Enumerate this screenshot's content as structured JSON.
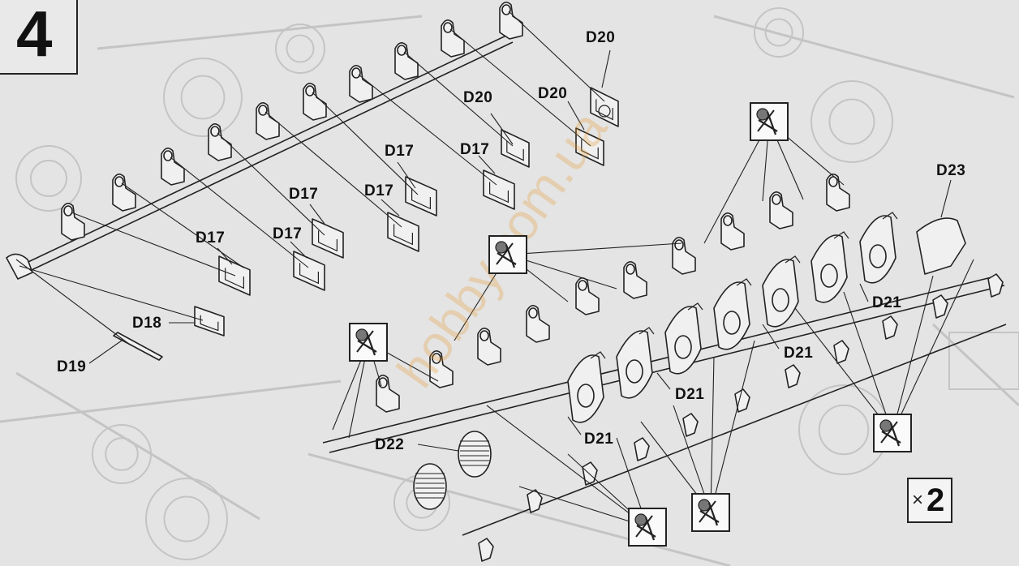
{
  "step": {
    "number": "4"
  },
  "multiplier": {
    "symbol": "×",
    "count": "2"
  },
  "watermark": "hobby.com.ua",
  "labels": {
    "d20_a": "D20",
    "d20_b": "D20",
    "d20_c": "D20",
    "d17_a": "D17",
    "d17_b": "D17",
    "d17_c": "D17",
    "d17_d": "D17",
    "d17_e": "D17",
    "d17_f": "D17",
    "d18": "D18",
    "d19": "D19",
    "d22": "D22",
    "d23": "D23",
    "d21_a": "D21",
    "d21_b": "D21",
    "d21_c": "D21",
    "d21_d": "D21"
  },
  "tool_icons": [
    "cut-sprue-icon",
    "cut-sprue-icon",
    "cut-sprue-icon",
    "cut-sprue-icon",
    "cut-sprue-icon",
    "cut-sprue-icon"
  ],
  "colors": {
    "line": "#222222",
    "part": "#f0f0f0",
    "background": "#e4e4e4",
    "faded": "#c4c4c4"
  }
}
